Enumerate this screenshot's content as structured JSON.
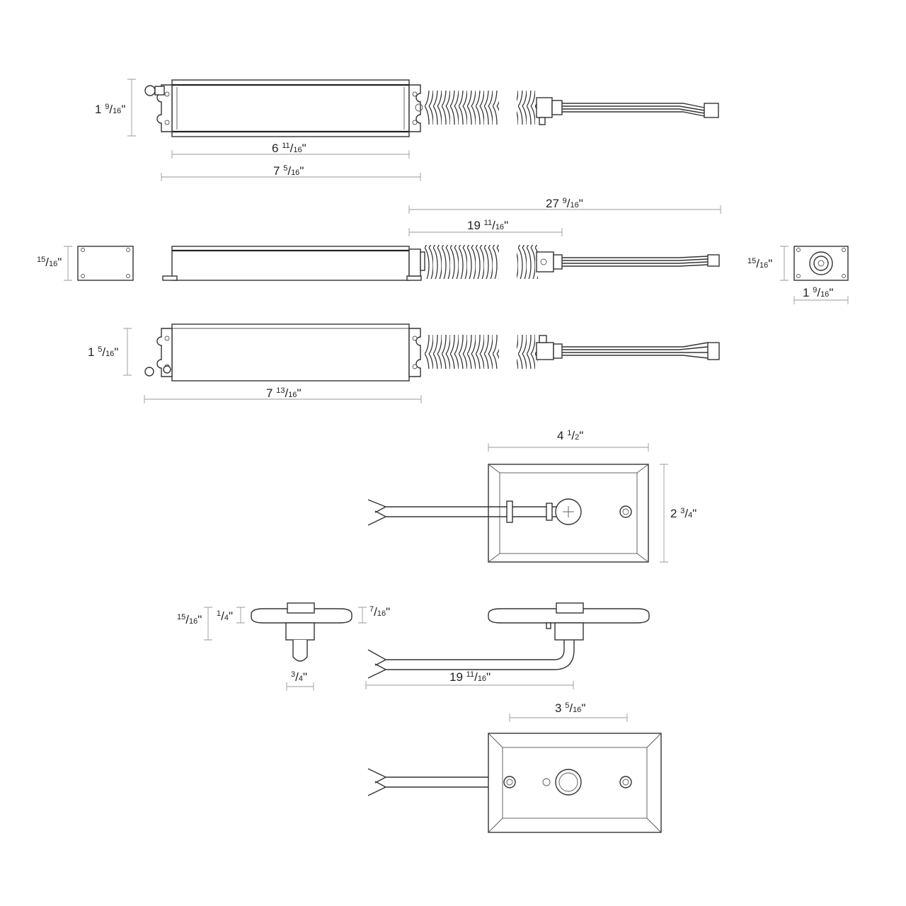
{
  "dimensions": {
    "top_height": {
      "whole": "1",
      "num": "9",
      "den": "16"
    },
    "top_body_length": {
      "whole": "6",
      "num": "11",
      "den": "16"
    },
    "top_total_length": {
      "whole": "7",
      "num": "5",
      "den": "16"
    },
    "overall_length": {
      "whole": "27",
      "num": "9",
      "den": "16"
    },
    "cable_length": {
      "whole": "19",
      "num": "11",
      "den": "16"
    },
    "end_left_height": {
      "whole": "",
      "num": "15",
      "den": "16"
    },
    "end_right_height": {
      "whole": "",
      "num": "15",
      "den": "16"
    },
    "end_right_width": {
      "whole": "1",
      "num": "9",
      "den": "16"
    },
    "bottom_height": {
      "whole": "1",
      "num": "5",
      "den": "16"
    },
    "bottom_length": {
      "whole": "7",
      "num": "13",
      "den": "16"
    },
    "plate_width": {
      "whole": "4",
      "num": "1",
      "den": "2"
    },
    "plate_height": {
      "whole": "2",
      "num": "3",
      "den": "4"
    },
    "side_total_height": {
      "whole": "",
      "num": "15",
      "den": "16"
    },
    "side_flange": {
      "whole": "",
      "num": "1",
      "den": "4"
    },
    "side_depth": {
      "whole": "",
      "num": "7",
      "den": "16"
    },
    "side_stem": {
      "whole": "",
      "num": "3",
      "den": "4"
    },
    "side_cable_length": {
      "whole": "19",
      "num": "11",
      "den": "16"
    },
    "small_plate_width": {
      "whole": "3",
      "num": "5",
      "den": "16"
    }
  }
}
